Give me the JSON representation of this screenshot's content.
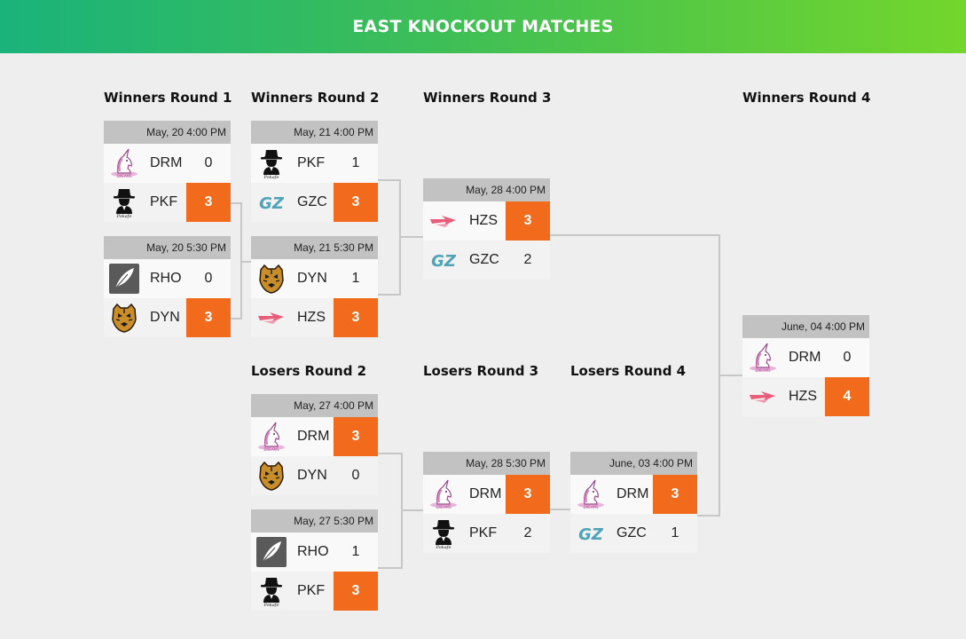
{
  "banner": {
    "title": "EAST KNOCKOUT MATCHES"
  },
  "rounds": {
    "wr1": "Winners Round 1",
    "wr2": "Winners Round 2",
    "wr3": "Winners Round 3",
    "wr4": "Winners Round 4",
    "lr2": "Losers Round 2",
    "lr3": "Losers Round 3",
    "lr4": "Losers Round 4"
  },
  "colors": {
    "winner": "#f26a1b",
    "header": "#c2c2c2",
    "accent_start": "#1ab37a",
    "accent_end": "#73d62c"
  },
  "matches": {
    "wr1_a": {
      "time": "May, 20 4:00 PM",
      "t1": {
        "name": "DRM",
        "score": "0",
        "logo": "unicorn-icon"
      },
      "t2": {
        "name": "PKF",
        "score": "3",
        "logo": "gangster-icon"
      }
    },
    "wr1_b": {
      "time": "May, 20 5:30 PM",
      "t1": {
        "name": "RHO",
        "score": "0",
        "logo": "feather-icon"
      },
      "t2": {
        "name": "DYN",
        "score": "3",
        "logo": "tiger-icon"
      }
    },
    "wr2_a": {
      "time": "May, 21 4:00 PM",
      "t1": {
        "name": "PKF",
        "score": "1",
        "logo": "gangster-icon"
      },
      "t2": {
        "name": "GZC",
        "score": "3",
        "logo": "gz-icon"
      }
    },
    "wr2_b": {
      "time": "May, 21 5:30 PM",
      "t1": {
        "name": "DYN",
        "score": "1",
        "logo": "tiger-icon"
      },
      "t2": {
        "name": "HZS",
        "score": "3",
        "logo": "hzs-icon"
      }
    },
    "wr3": {
      "time": "May, 28 4:00 PM",
      "t1": {
        "name": "HZS",
        "score": "3",
        "logo": "hzs-icon"
      },
      "t2": {
        "name": "GZC",
        "score": "2",
        "logo": "gz-icon"
      }
    },
    "final": {
      "time": "June, 04 4:00 PM",
      "t1": {
        "name": "DRM",
        "score": "0",
        "logo": "unicorn-icon"
      },
      "t2": {
        "name": "HZS",
        "score": "4",
        "logo": "hzs-icon"
      }
    },
    "lr2_a": {
      "time": "May, 27 4:00 PM",
      "t1": {
        "name": "DRM",
        "score": "3",
        "logo": "unicorn-icon"
      },
      "t2": {
        "name": "DYN",
        "score": "0",
        "logo": "tiger-icon"
      }
    },
    "lr2_b": {
      "time": "May, 27 5:30 PM",
      "t1": {
        "name": "RHO",
        "score": "1",
        "logo": "feather-icon"
      },
      "t2": {
        "name": "PKF",
        "score": "3",
        "logo": "gangster-icon"
      }
    },
    "lr3": {
      "time": "May, 28 5:30 PM",
      "t1": {
        "name": "DRM",
        "score": "3",
        "logo": "unicorn-icon"
      },
      "t2": {
        "name": "PKF",
        "score": "2",
        "logo": "gangster-icon"
      }
    },
    "lr4": {
      "time": "June, 03 4:00 PM",
      "t1": {
        "name": "DRM",
        "score": "3",
        "logo": "unicorn-icon"
      },
      "t2": {
        "name": "GZC",
        "score": "1",
        "logo": "gz-icon"
      }
    }
  }
}
